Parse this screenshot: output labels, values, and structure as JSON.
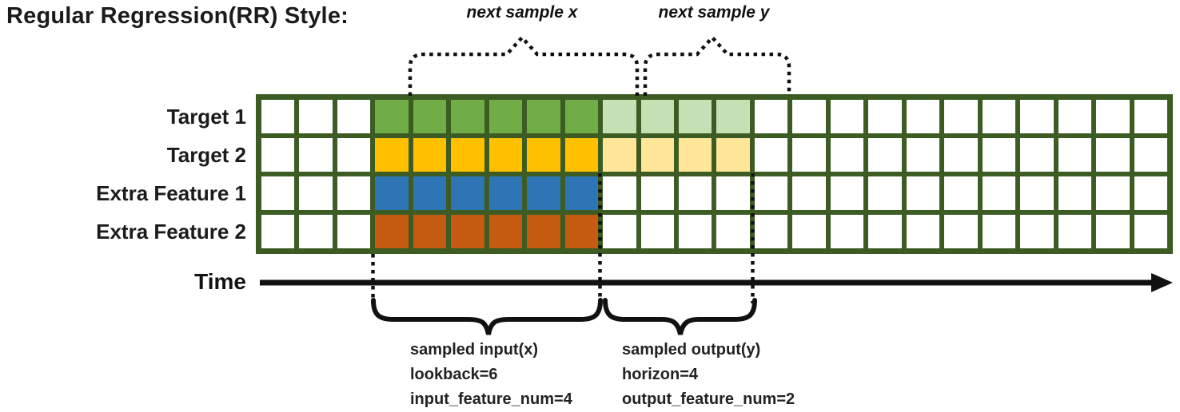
{
  "title": "Regular Regression(RR) Style:",
  "braces": {
    "next_sample_x_label": "next sample x",
    "next_sample_y_label": "next sample y"
  },
  "time_axis": {
    "label": "Time"
  },
  "grid": {
    "columns": 24,
    "input_start_col": 3,
    "lookback": 6,
    "horizon": 4,
    "border_color": "#3D5C23",
    "empty_color": "#FFFFFF",
    "rows": [
      {
        "label": "Target 1",
        "input_color": "#70AD47",
        "output_color": "#C5E0B4"
      },
      {
        "label": "Target 2",
        "input_color": "#FFC000",
        "output_color": "#FFE699"
      },
      {
        "label": "Extra Feature 1",
        "input_color": "#2E75B6",
        "output_color": null
      },
      {
        "label": "Extra Feature 2",
        "input_color": "#C55A11",
        "output_color": null
      }
    ]
  },
  "input_annotation": {
    "line1": "sampled input(x)",
    "line2": "lookback=6",
    "line3": "input_feature_num=4"
  },
  "output_annotation": {
    "line1": "sampled output(y)",
    "line2": "horizon=4",
    "line3": "output_feature_num=2"
  }
}
